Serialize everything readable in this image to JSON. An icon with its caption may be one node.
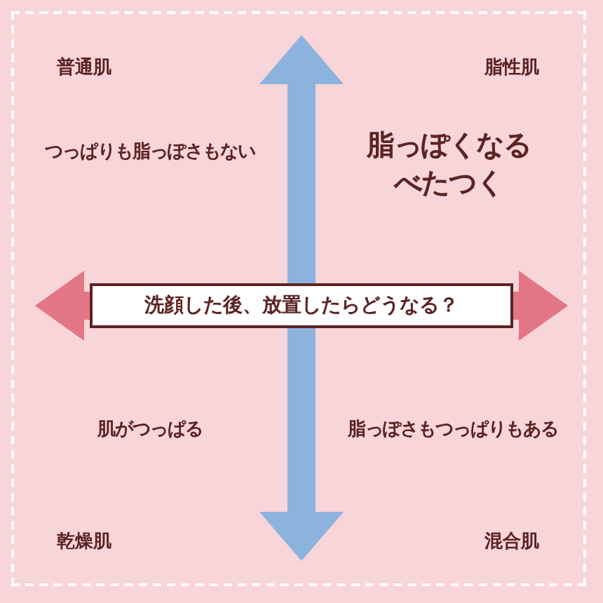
{
  "diagram": {
    "nodes": [
      {
        "text": [
          "洗顔した後、放置したらどうなる？"
        ]
      }
    ],
    "labels": [
      "普通肌",
      "脂性肌",
      "つっぱりも脂っぽさもない",
      "脂っぽくなるべたつく",
      "肌がつっぱる",
      "脂っぽさもつっぱりもある",
      "乾燥肌",
      "混合肌"
    ]
  }
}
